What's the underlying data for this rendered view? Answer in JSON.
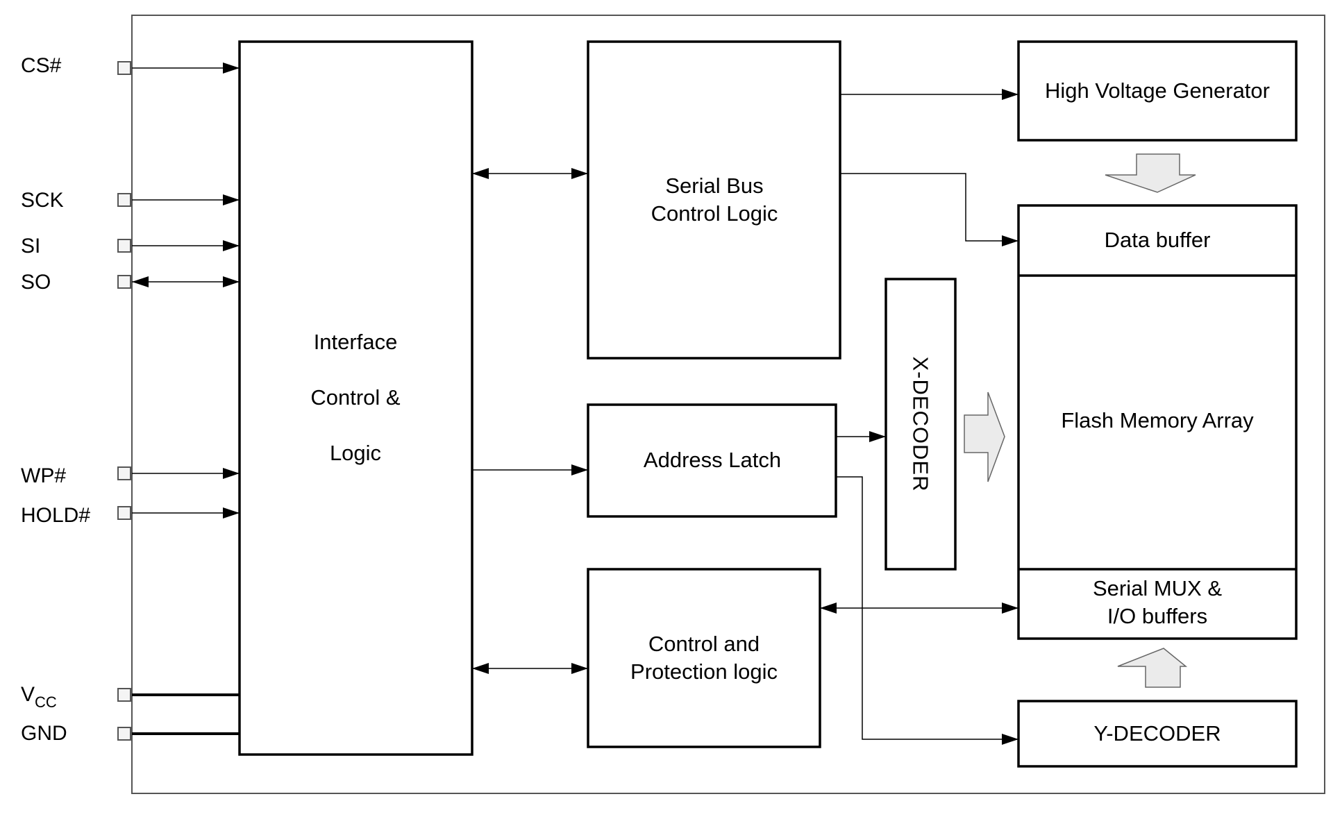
{
  "pins": {
    "cs": "CS#",
    "sck": "SCK",
    "si": "SI",
    "so": "SO",
    "wp": "WP#",
    "hold": "HOLD#",
    "vcc_main": "V",
    "vcc_sub": "CC",
    "gnd": "GND"
  },
  "blocks": {
    "interface": [
      "Interface",
      "Control &",
      "Logic"
    ],
    "serial_bus": [
      "Serial Bus",
      "Control Logic"
    ],
    "address_latch": "Address Latch",
    "control_protection": [
      "Control and",
      "Protection logic"
    ],
    "x_decoder": "X-DECODER",
    "high_voltage": "High Voltage Generator",
    "data_buffer": "Data buffer",
    "flash_array": "Flash Memory Array",
    "serial_mux": [
      "Serial MUX &",
      "I/O buffers"
    ],
    "y_decoder": "Y-DECODER"
  }
}
